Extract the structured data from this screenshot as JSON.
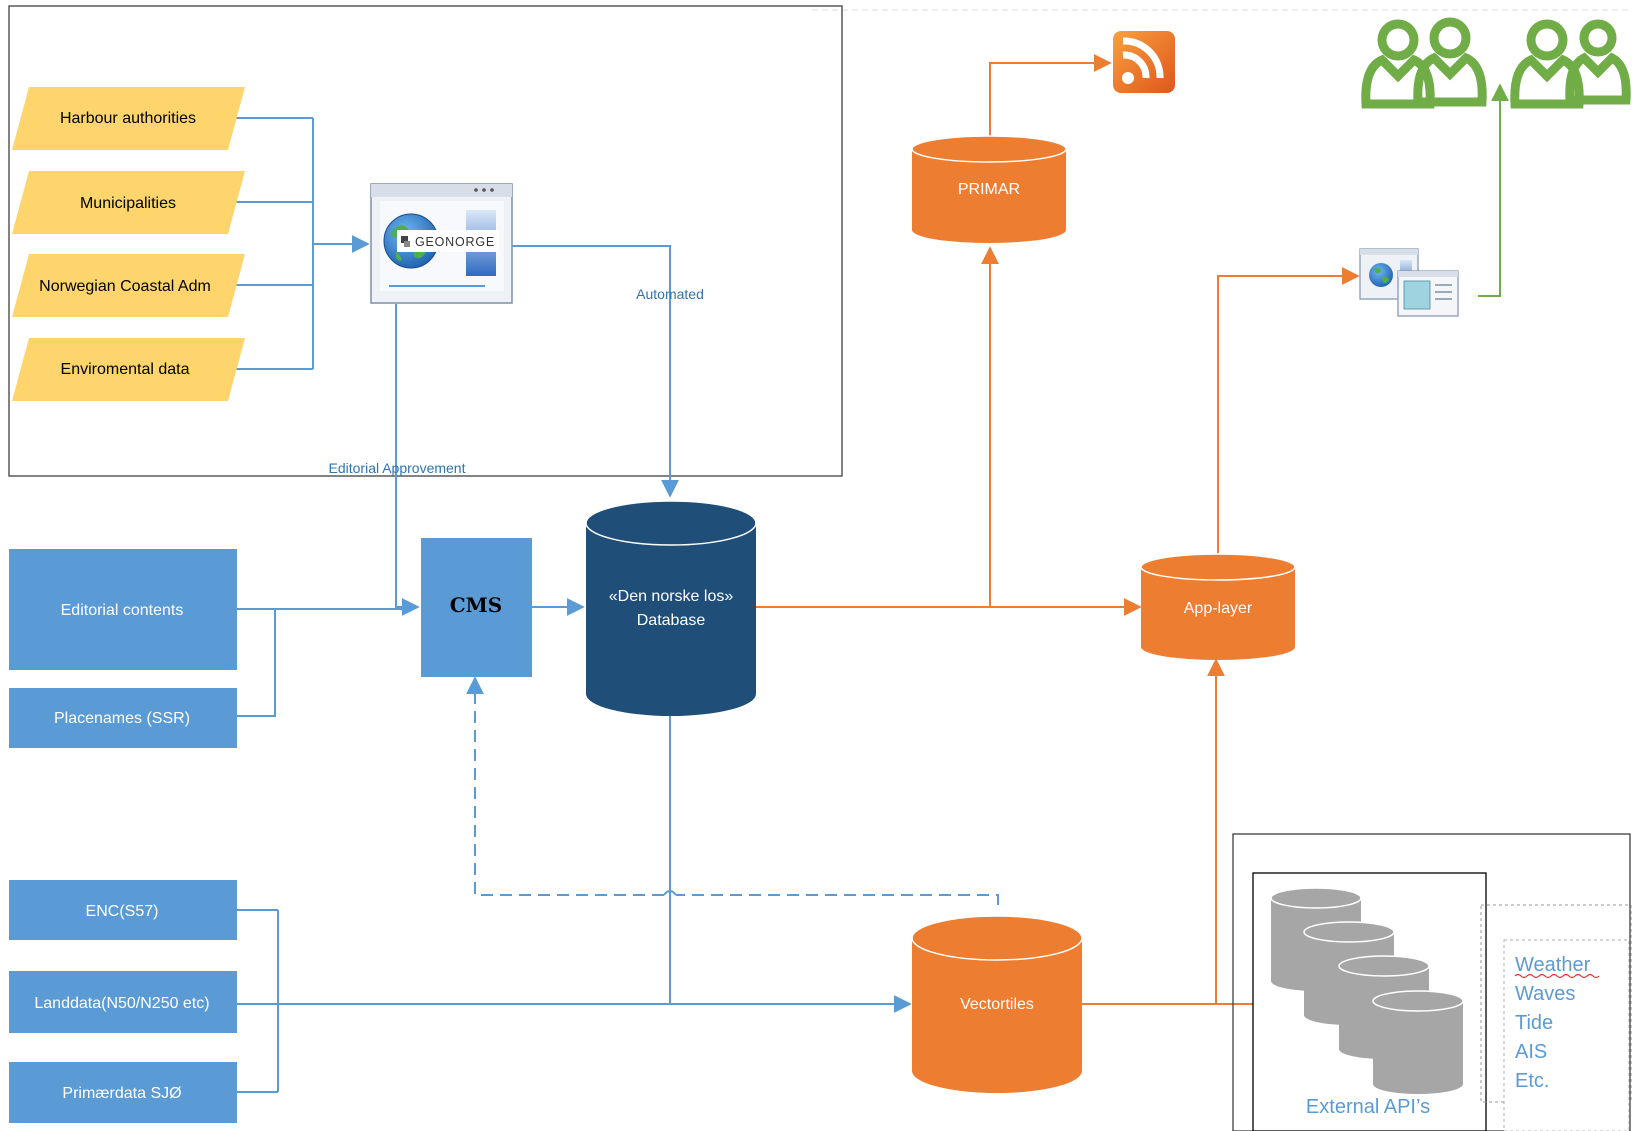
{
  "sources_top": [
    {
      "id": "harbour",
      "label": "Harbour authorities"
    },
    {
      "id": "municipalities",
      "label": "Municipalities"
    },
    {
      "id": "coastal",
      "label": "Norwegian Coastal Adm"
    },
    {
      "id": "env",
      "label": "Enviromental data"
    }
  ],
  "geonorge_logo": "GEONORGE",
  "edge_labels": {
    "automated": "Automated",
    "editorial": "Editorial Approvement"
  },
  "sources_mid": [
    {
      "id": "editorial",
      "label": "Editorial contents"
    },
    {
      "id": "placenames",
      "label": "Placenames (SSR)"
    }
  ],
  "cms_label": "CMS",
  "database": {
    "line1": "«Den norske los»",
    "line2": "Database"
  },
  "sources_bottom": [
    {
      "id": "enc",
      "label": "ENC(S57)"
    },
    {
      "id": "landdata",
      "label": "Landdata(N50/N250 etc)"
    },
    {
      "id": "primaer",
      "label": "Primærdata SJØ"
    }
  ],
  "primar_label": "PRIMAR",
  "applayer_label": "App-layer",
  "vectortiles_label": "Vectortiles",
  "external_label": "External API’s",
  "external_items": [
    "Weather",
    "Waves",
    "Tide",
    "AIS",
    "Etc."
  ],
  "icons": {
    "rss": "rss-feed-icon",
    "users": "users-group-icon",
    "app": "web-application-icon",
    "globe": "globe-icon"
  },
  "colors": {
    "yellow": "#fdd56c",
    "blue": "#5b9bd5",
    "dark_navy": "#1f4e79",
    "orange": "#ed7d31",
    "green": "#70ad47",
    "gray": "#a6a6a6",
    "line_blue": "#5b9bd5",
    "line_orange": "#ed7d31"
  }
}
